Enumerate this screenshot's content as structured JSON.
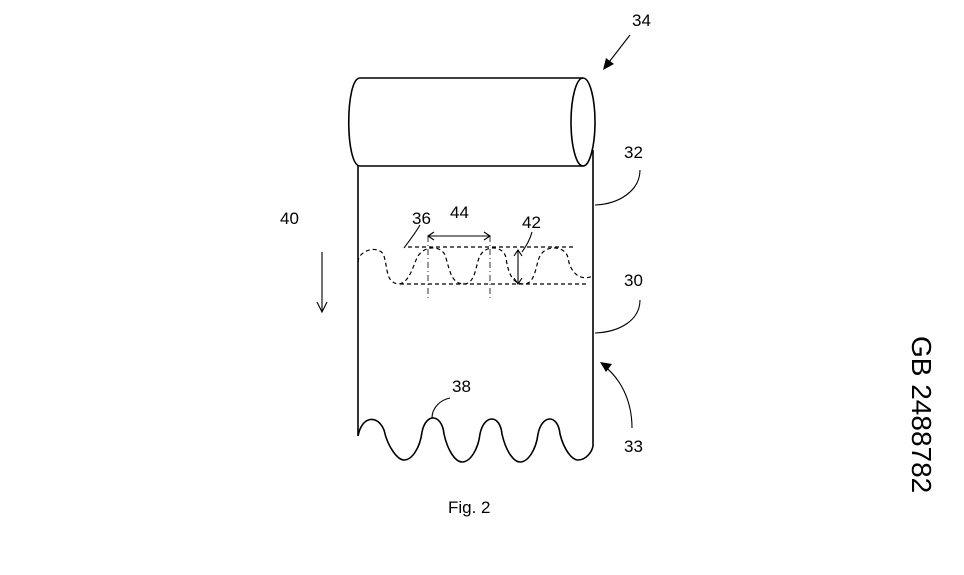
{
  "figure": {
    "caption": "Fig. 2",
    "publication_number": "GB 2488782",
    "reference_numerals": {
      "n34": "34",
      "n32": "32",
      "n40": "40",
      "n36": "36",
      "n44": "44",
      "n42": "42",
      "n30": "30",
      "n38": "38",
      "n33": "33"
    }
  }
}
